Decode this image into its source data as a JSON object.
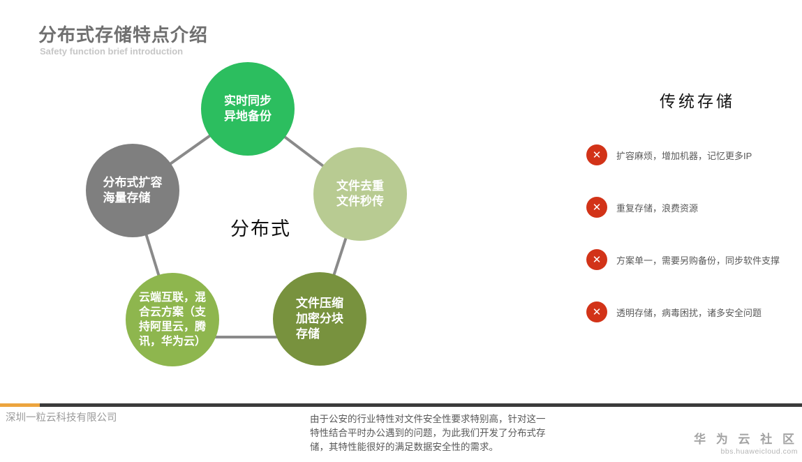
{
  "header": {
    "title": "分布式存储特点介绍",
    "subtitle": "Safety function brief introduction"
  },
  "diagram": {
    "center_label": "分布式",
    "nodes": [
      {
        "name": "realtime-sync",
        "label": "实时同步\n异地备份",
        "color": "#2cbe5f"
      },
      {
        "name": "distributed-expansion",
        "label": "分布式扩容\n海量存储",
        "color": "#7f7f7f"
      },
      {
        "name": "file-dedup",
        "label": "文件去重\n文件秒传",
        "color": "#b8cb92"
      },
      {
        "name": "cloud-interconnect",
        "label": "云端互联，混\n合云方案（支\n持阿里云，腾\n讯，华为云）",
        "color": "#8eb64e"
      },
      {
        "name": "file-compression",
        "label": "文件压缩\n加密分块\n存储",
        "color": "#78923e"
      }
    ],
    "connector_color": "#8a8a8a"
  },
  "traditional": {
    "heading": "传统存储",
    "icon_glyph": "✕",
    "icon_color": "#d23318",
    "items": [
      "扩容麻烦，增加机器，记忆更多IP",
      "重复存储，浪费资源",
      "方案单一，需要另购备份，同步软件支撑",
      "透明存储，病毒困扰，诸多安全问题"
    ]
  },
  "footer": {
    "company": "深圳一粒云科技有限公司",
    "note": "由于公安的行业特性对文件安全性要求特别高，针对这一\n特性结合平时办公遇到的问题，为此我们开发了分布式存\n储，其特性能很好的满足数据安全性的需求。",
    "community": "华 为 云 社 区",
    "community_url": "bbs.huaweicloud.com",
    "accent_color": "#eca43e",
    "line_color": "#3b3b3b"
  }
}
